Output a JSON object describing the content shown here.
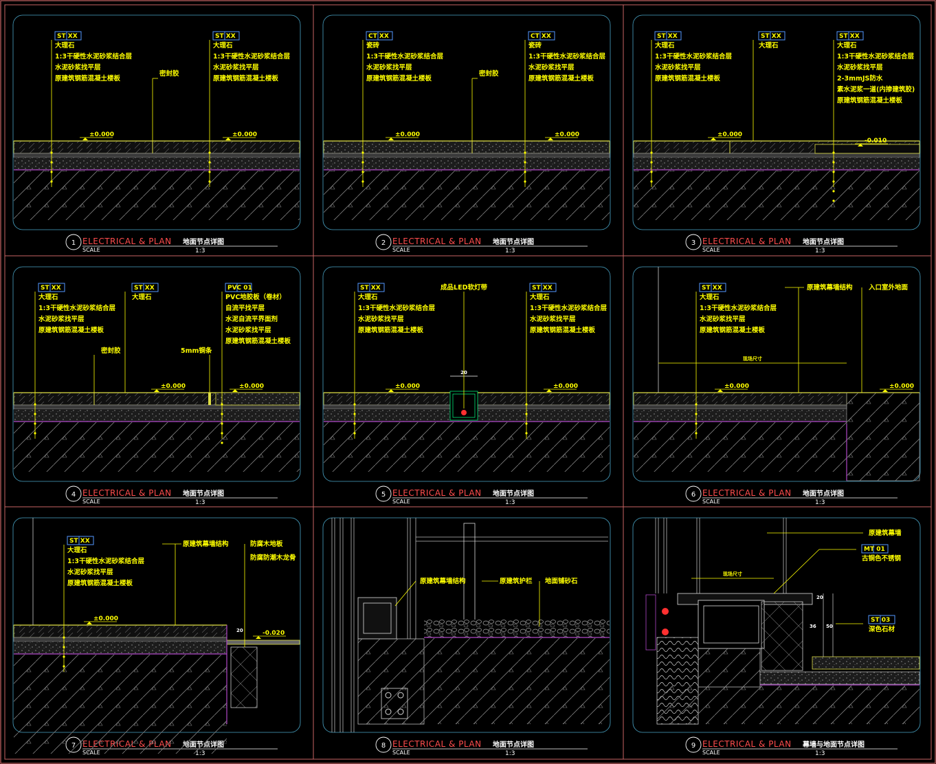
{
  "colors": {
    "background": "#000000",
    "frame": "#c86464",
    "panel_border": "#4aa6c8",
    "annotation": "#ffff00",
    "floor_line": "#dddd44",
    "hatch": "#8a8a8a",
    "membrane": "#b048c8",
    "title_text": "#ff4d4d",
    "caption_text": "#ffffff",
    "tag_box": "#5599ff",
    "led_channel": "#00e676",
    "red_detail": "#ff3030"
  },
  "panels": [
    {
      "number": "1",
      "title": "ELECTRICAL & PLAN",
      "scale_label": "SCALE",
      "subtitle": "地面节点详图",
      "scale": "1:3",
      "texts": [
        {
          "id": "tag-a",
          "text": "ST  XX"
        },
        {
          "id": "a1",
          "text": "大理石"
        },
        {
          "id": "a2",
          "text": "1:3干硬性水泥砂浆结合层"
        },
        {
          "id": "a3",
          "text": "水泥砂浆找平层"
        },
        {
          "id": "a4",
          "text": "原建筑钢筋混凝土楼板"
        },
        {
          "id": "mid",
          "text": "密封胶"
        },
        {
          "id": "tag-b",
          "text": "ST  XX"
        },
        {
          "id": "b1",
          "text": "大理石"
        },
        {
          "id": "b2",
          "text": "1:3干硬性水泥砂浆结合层"
        },
        {
          "id": "b3",
          "text": "水泥砂浆找平层"
        },
        {
          "id": "b4",
          "text": "原建筑钢筋混凝土楼板"
        },
        {
          "id": "lvl1",
          "text": "±0.000"
        },
        {
          "id": "lvl2",
          "text": "±0.000"
        }
      ]
    },
    {
      "number": "2",
      "title": "ELECTRICAL & PLAN",
      "scale_label": "SCALE",
      "subtitle": "地面节点详图",
      "scale": "1:3",
      "texts": [
        {
          "id": "tag-a",
          "text": "CT  XX"
        },
        {
          "id": "a1",
          "text": "瓷砖"
        },
        {
          "id": "a2",
          "text": "1:3干硬性水泥砂浆结合层"
        },
        {
          "id": "a3",
          "text": "水泥砂浆找平层"
        },
        {
          "id": "a4",
          "text": "原建筑钢筋混凝土楼板"
        },
        {
          "id": "mid",
          "text": "密封胶"
        },
        {
          "id": "tag-b",
          "text": "CT  XX"
        },
        {
          "id": "b1",
          "text": "瓷砖"
        },
        {
          "id": "b2",
          "text": "1:3干硬性水泥砂浆结合层"
        },
        {
          "id": "b3",
          "text": "水泥砂浆找平层"
        },
        {
          "id": "b4",
          "text": "原建筑钢筋混凝土楼板"
        },
        {
          "id": "lvl1",
          "text": "±0.000"
        },
        {
          "id": "lvl2",
          "text": "±0.000"
        }
      ]
    },
    {
      "number": "3",
      "title": "ELECTRICAL & PLAN",
      "scale_label": "SCALE",
      "subtitle": "地面节点详图",
      "scale": "1:3",
      "texts": [
        {
          "id": "tag-a",
          "text": "ST  XX"
        },
        {
          "id": "a1",
          "text": "大理石"
        },
        {
          "id": "a2",
          "text": "1:3干硬性水泥砂浆结合层"
        },
        {
          "id": "a3",
          "text": "水泥砂浆找平层"
        },
        {
          "id": "a4",
          "text": "原建筑钢筋混凝土楼板"
        },
        {
          "id": "tag-m",
          "text": "ST  XX"
        },
        {
          "id": "m1",
          "text": "大理石"
        },
        {
          "id": "tag-b",
          "text": "ST  XX"
        },
        {
          "id": "b1",
          "text": "大理石"
        },
        {
          "id": "b2",
          "text": "1:3干硬性水泥砂浆结合层"
        },
        {
          "id": "b3",
          "text": "水泥砂浆找平层"
        },
        {
          "id": "b4",
          "text": "2-3mmJS防水"
        },
        {
          "id": "b5",
          "text": "素水泥浆一道(内掺建筑胶)"
        },
        {
          "id": "b6",
          "text": "原建筑钢筋混凝土楼板"
        },
        {
          "id": "lvl1",
          "text": "±0.000"
        },
        {
          "id": "lvl2",
          "text": "-0.010"
        }
      ]
    },
    {
      "number": "4",
      "title": "ELECTRICAL & PLAN",
      "scale_label": "SCALE",
      "subtitle": "地面节点详图",
      "scale": "1:3",
      "texts": [
        {
          "id": "tag-a",
          "text": "ST  XX"
        },
        {
          "id": "a1",
          "text": "大理石"
        },
        {
          "id": "a2",
          "text": "1:3干硬性水泥砂浆结合层"
        },
        {
          "id": "a3",
          "text": "水泥砂浆找平层"
        },
        {
          "id": "a4",
          "text": "原建筑钢筋混凝土楼板"
        },
        {
          "id": "tag-m",
          "text": "ST  XX"
        },
        {
          "id": "m1",
          "text": "大理石"
        },
        {
          "id": "tag-b",
          "text": "PVC  01"
        },
        {
          "id": "b1",
          "text": "PVC地胶板（卷材）"
        },
        {
          "id": "b2",
          "text": "自流平找平层"
        },
        {
          "id": "b3",
          "text": "水泥自流平界面剂"
        },
        {
          "id": "b4",
          "text": "水泥砂浆找平层"
        },
        {
          "id": "b5",
          "text": "原建筑钢筋混凝土楼板"
        },
        {
          "id": "n1",
          "text": "密封胶"
        },
        {
          "id": "n2",
          "text": "5mm铜条"
        },
        {
          "id": "lvl1",
          "text": "±0.000"
        },
        {
          "id": "lvl2",
          "text": "±0.000"
        }
      ]
    },
    {
      "number": "5",
      "title": "ELECTRICAL & PLAN",
      "scale_label": "SCALE",
      "subtitle": "地面节点详图",
      "scale": "1:3",
      "texts": [
        {
          "id": "tag-a",
          "text": "ST  XX"
        },
        {
          "id": "a1",
          "text": "大理石"
        },
        {
          "id": "a2",
          "text": "1:3干硬性水泥砂浆结合层"
        },
        {
          "id": "a3",
          "text": "水泥砂浆找平层"
        },
        {
          "id": "a4",
          "text": "原建筑钢筋混凝土楼板"
        },
        {
          "id": "led",
          "text": "成品LED软灯带"
        },
        {
          "id": "dim",
          "text": "20"
        },
        {
          "id": "tag-b",
          "text": "ST  XX"
        },
        {
          "id": "b1",
          "text": "大理石"
        },
        {
          "id": "b2",
          "text": "1:3干硬性水泥砂浆结合层"
        },
        {
          "id": "b3",
          "text": "水泥砂浆找平层"
        },
        {
          "id": "b4",
          "text": "原建筑钢筋混凝土楼板"
        },
        {
          "id": "lvl1",
          "text": "±0.000"
        },
        {
          "id": "lvl2",
          "text": "±0.000"
        }
      ]
    },
    {
      "number": "6",
      "title": "ELECTRICAL & PLAN",
      "scale_label": "SCALE",
      "subtitle": "地面节点详图",
      "scale": "1:3",
      "texts": [
        {
          "id": "tag-a",
          "text": "ST  XX"
        },
        {
          "id": "a1",
          "text": "大理石"
        },
        {
          "id": "a2",
          "text": "1:3干硬性水泥砂浆结合层"
        },
        {
          "id": "a3",
          "text": "水泥砂浆找平层"
        },
        {
          "id": "a4",
          "text": "原建筑钢筋混凝土楼板"
        },
        {
          "id": "wall",
          "text": "原建筑幕墙结构"
        },
        {
          "id": "out",
          "text": "入口室外地面"
        },
        {
          "id": "dim",
          "text": "现场尺寸"
        },
        {
          "id": "lvl1",
          "text": "±0.000"
        },
        {
          "id": "lvl2",
          "text": "±0.000"
        }
      ]
    },
    {
      "number": "7",
      "title": "ELECTRICAL & PLAN",
      "scale_label": "SCALE",
      "subtitle": "地面节点详图",
      "scale": "1:3",
      "texts": [
        {
          "id": "tag-a",
          "text": "ST  XX"
        },
        {
          "id": "a1",
          "text": "大理石"
        },
        {
          "id": "a2",
          "text": "1:3干硬性水泥砂浆结合层"
        },
        {
          "id": "a3",
          "text": "水泥砂浆找平层"
        },
        {
          "id": "a4",
          "text": "原建筑钢筋混凝土楼板"
        },
        {
          "id": "wall",
          "text": "原建筑幕墙结构"
        },
        {
          "id": "w1",
          "text": "防腐木地板"
        },
        {
          "id": "w2",
          "text": "防腐防潮木龙骨"
        },
        {
          "id": "dim",
          "text": "20"
        },
        {
          "id": "lvl1",
          "text": "±0.000"
        },
        {
          "id": "lvl2",
          "text": "-0.020"
        }
      ]
    },
    {
      "number": "8",
      "title": "ELECTRICAL & PLAN",
      "scale_label": "SCALE",
      "subtitle": "地面节点详图",
      "scale": "1:3",
      "texts": [
        {
          "id": "n1",
          "text": "原建筑幕墙结构"
        },
        {
          "id": "n2",
          "text": "原建筑护栏"
        },
        {
          "id": "n3",
          "text": "地面铺砂石"
        }
      ]
    },
    {
      "number": "9",
      "title": "ELECTRICAL & PLAN",
      "scale_label": "SCALE",
      "subtitle": "幕墙与地面节点详图",
      "scale": "1:3",
      "texts": [
        {
          "id": "n1",
          "text": "原建筑幕墙"
        },
        {
          "id": "tag-a",
          "text": "MT  01"
        },
        {
          "id": "a1",
          "text": "古铜色不锈钢"
        },
        {
          "id": "dim",
          "text": "现场尺寸"
        },
        {
          "id": "tag-b",
          "text": "ST  03"
        },
        {
          "id": "b1",
          "text": "深色石材"
        },
        {
          "id": "d1",
          "text": "20"
        },
        {
          "id": "d2",
          "text": "36"
        },
        {
          "id": "d3",
          "text": "50"
        }
      ]
    }
  ]
}
